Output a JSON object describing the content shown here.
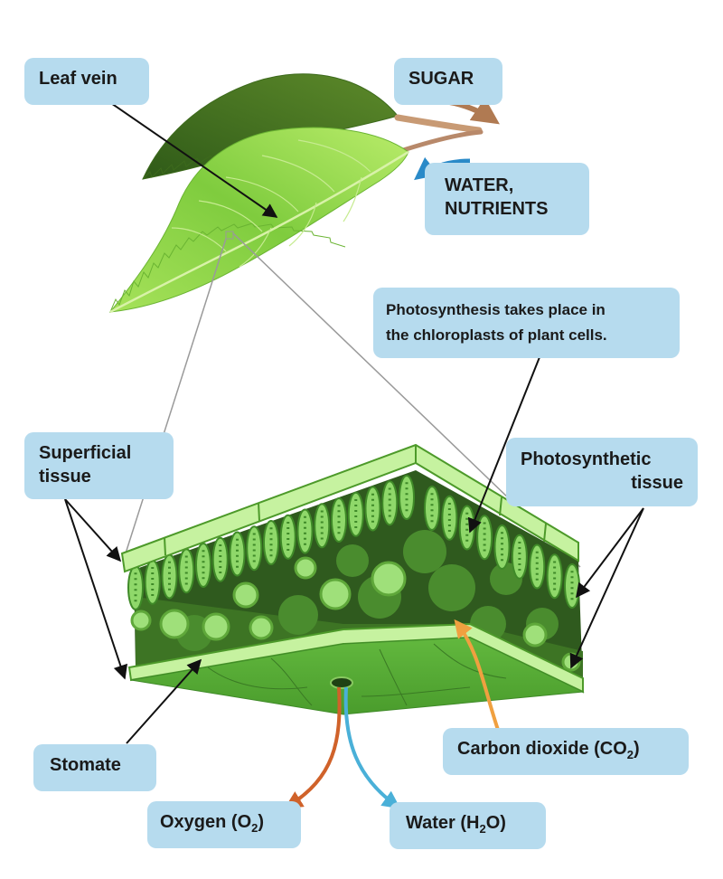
{
  "labels": {
    "leaf_vein": "Leaf vein",
    "sugar": "SUGAR",
    "water_nutrients_line1": "WATER,",
    "water_nutrients_line2": "NUTRIENTS",
    "photosynthesis_line1": "Photosynthesis takes place in",
    "photosynthesis_line2": "the chloroplasts of plant cells.",
    "superficial_line1": "Superficial",
    "superficial_line2": "tissue",
    "photosynthetic_line1": "Photosynthetic",
    "photosynthetic_line2": "tissue",
    "stomate": "Stomate",
    "co2_prefix": "Carbon dioxide (CO",
    "co2_sub": "2",
    "co2_suffix": ")",
    "o2_prefix": "Oxygen (O",
    "o2_sub": "2",
    "o2_suffix": ")",
    "h2o_prefix": "Water (H",
    "h2o_sub": "2",
    "h2o_suffix": "O)"
  },
  "colors": {
    "label_bg": "#b6dbee",
    "leaf_light": "#8fd64a",
    "leaf_dark": "#4d7a1e",
    "tissue_green": "#5cae3a",
    "sugar_arrow": "#b07a52",
    "water_arrow": "#2a8ac8",
    "co2_arrow": "#f0a040",
    "o2_arrow": "#d0622a",
    "h2o_arrow": "#4ab0d8"
  }
}
